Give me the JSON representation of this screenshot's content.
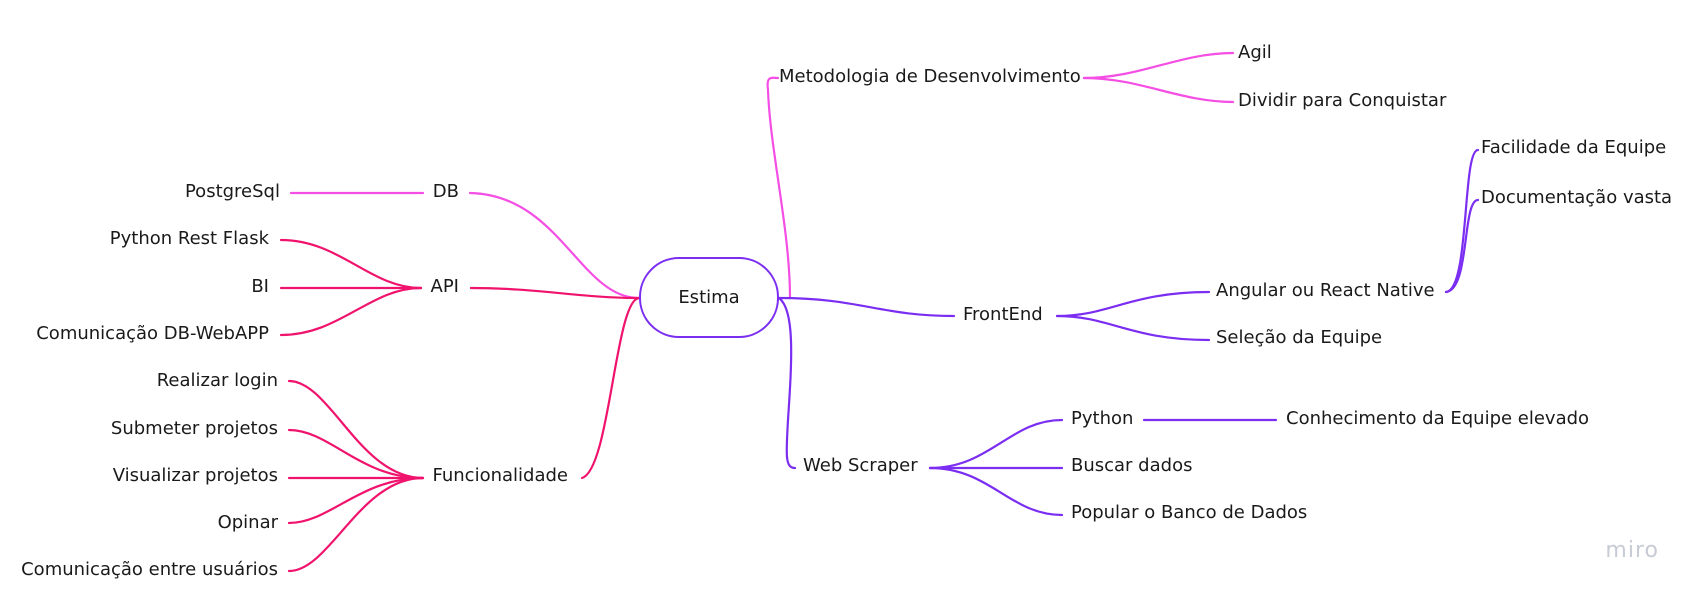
{
  "root": "Estima",
  "watermark": "miro",
  "colors": {
    "pink": "#f44ee4",
    "magenta": "#f0136d",
    "purple": "#7b2df2",
    "root_border": "#7b2df2",
    "text": "#1a1a1a"
  },
  "nodes": {
    "metodologia": "Metodologia de Desenvolvimento",
    "agil": "Agil",
    "dividir": "Dividir para Conquistar",
    "frontend": "FrontEnd",
    "angular": "Angular ou React Native",
    "selecao": "Seleção da Equipe",
    "facilidade": "Facilidade da Equipe",
    "documentacao": "Documentação vasta",
    "webscraper": "Web Scraper",
    "python": "Python",
    "conhecimento": "Conhecimento da Equipe elevado",
    "buscar": "Buscar dados",
    "popular": "Popular o Banco de Dados",
    "db": "DB",
    "postgresql": "PostgreSql",
    "api": "API",
    "flask": "Python Rest Flask",
    "bi": "BI",
    "comunicacao_db": "Comunicação DB-WebAPP",
    "funcionalidade": "Funcionalidade",
    "login": "Realizar login",
    "submeter": "Submeter projetos",
    "visualizar": "Visualizar projetos",
    "opinar": "Opinar",
    "comunicacao_usuarios": "Comunicação entre usuários"
  }
}
